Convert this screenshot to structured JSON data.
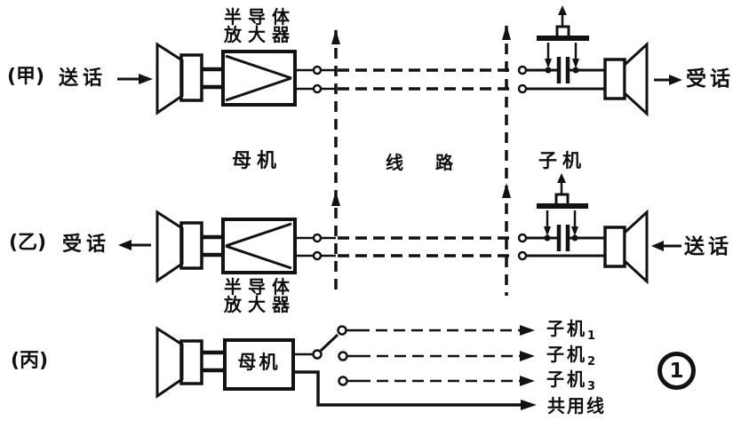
{
  "figure": {
    "background": "#ffffff",
    "ink": "#121212",
    "sections": {
      "master_label": "母机",
      "line_label": "线路",
      "sub_label": "子机"
    },
    "rows": {
      "jia": {
        "prefix": "(甲)",
        "io_label": "送话",
        "amp_line1": "半导体",
        "amp_line2": "放大器",
        "right_label": "受话"
      },
      "yi": {
        "prefix": "(乙)",
        "io_label": "受话",
        "amp_line1": "半导体",
        "amp_line2": "放大器",
        "right_label": "送话"
      },
      "bing": {
        "prefix": "(丙)",
        "box_label": "母机",
        "outputs": [
          {
            "label": "子机",
            "sub": "1"
          },
          {
            "label": "子机",
            "sub": "2"
          },
          {
            "label": "子机",
            "sub": "3"
          }
        ],
        "common_label": "共用线",
        "figure_number": "1"
      }
    },
    "icons": {
      "speaker": "horn-loudspeaker-symbol",
      "amplifier": "box-with-triangle",
      "capacitor": "parallel-plate-symbol",
      "push_button": "bar-with-plunger-arrow",
      "selector_switch": "pivot-arm-contacts"
    }
  }
}
